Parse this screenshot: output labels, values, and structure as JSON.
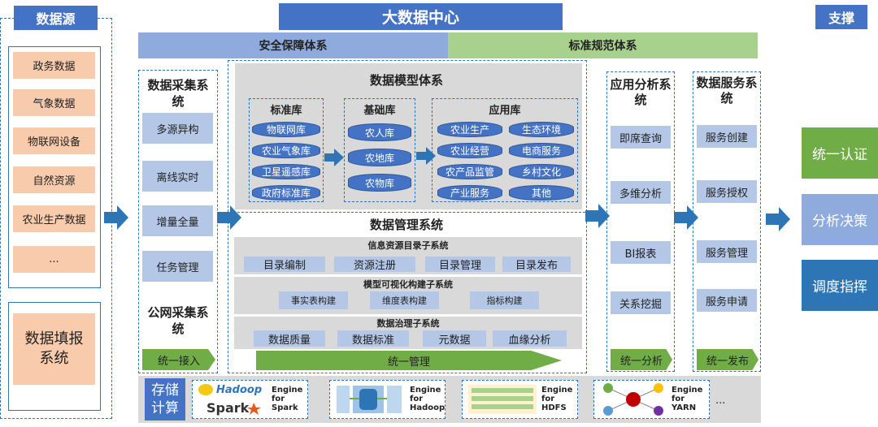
{
  "titles": {
    "data_source": "数据源",
    "center": "大数据中心",
    "support": "支撑",
    "security": "安全保障体系",
    "standard": "标准规范体系"
  },
  "sources": {
    "items": [
      "政务数据",
      "气象数据",
      "物联网设备",
      "自然资源",
      "农业生产数据",
      "..."
    ],
    "fill_system": "数据填报系统"
  },
  "collection": {
    "title": "数据采集系统",
    "items": [
      "多源异构",
      "离线实时",
      "增量全量",
      "任务管理"
    ],
    "public_title": "公网采集系统",
    "footer": "统一接入"
  },
  "model": {
    "title": "数据模型体系",
    "standard": {
      "title": "标准库",
      "items": [
        "物联网库",
        "农业气象库",
        "卫星遥感库",
        "政府标准库"
      ]
    },
    "base": {
      "title": "基础库",
      "items": [
        "农人库",
        "农地库",
        "农物库"
      ]
    },
    "app": {
      "title": "应用库",
      "items": [
        "农业生产",
        "生态环境",
        "农业经营",
        "电商服务",
        "农产品监管",
        "乡村文化",
        "产业服务",
        "其他"
      ]
    }
  },
  "management": {
    "title": "数据管理系统",
    "info": {
      "title": "信息资源目录子系统",
      "items": [
        "目录编制",
        "资源注册",
        "目录管理",
        "目录发布"
      ]
    },
    "visual": {
      "title": "模型可视化构建子系统",
      "items": [
        "事实表构建",
        "维度表构建",
        "指标构建"
      ]
    },
    "governance": {
      "title": "数据治理子系统",
      "items": [
        "数据质量",
        "数据标准",
        "元数据",
        "血缘分析"
      ]
    },
    "footer": "统一管理"
  },
  "analysis": {
    "title": "应用分析系统",
    "items": [
      "即席查询",
      "多维分析",
      "BI报表",
      "关系挖掘"
    ],
    "footer": "统一分析"
  },
  "service": {
    "title": "数据服务系统",
    "items": [
      "服务创建",
      "服务授权",
      "服务管理",
      "服务申请"
    ],
    "footer": "统一发布"
  },
  "support": {
    "items": [
      "统一认证",
      "分析决策",
      "调度指挥"
    ],
    "colors": [
      "#70ad47",
      "#8faadc",
      "#2e75b6"
    ]
  },
  "storage": {
    "label": "存储计算",
    "engines": [
      {
        "logo": "Hadoop",
        "logo2": "Spark",
        "text": "Engine for Spark"
      },
      {
        "text": "Engine for Hadoop"
      },
      {
        "text": "Engine for HDFS"
      },
      {
        "text": "Engine for YARN"
      }
    ],
    "more": "..."
  }
}
